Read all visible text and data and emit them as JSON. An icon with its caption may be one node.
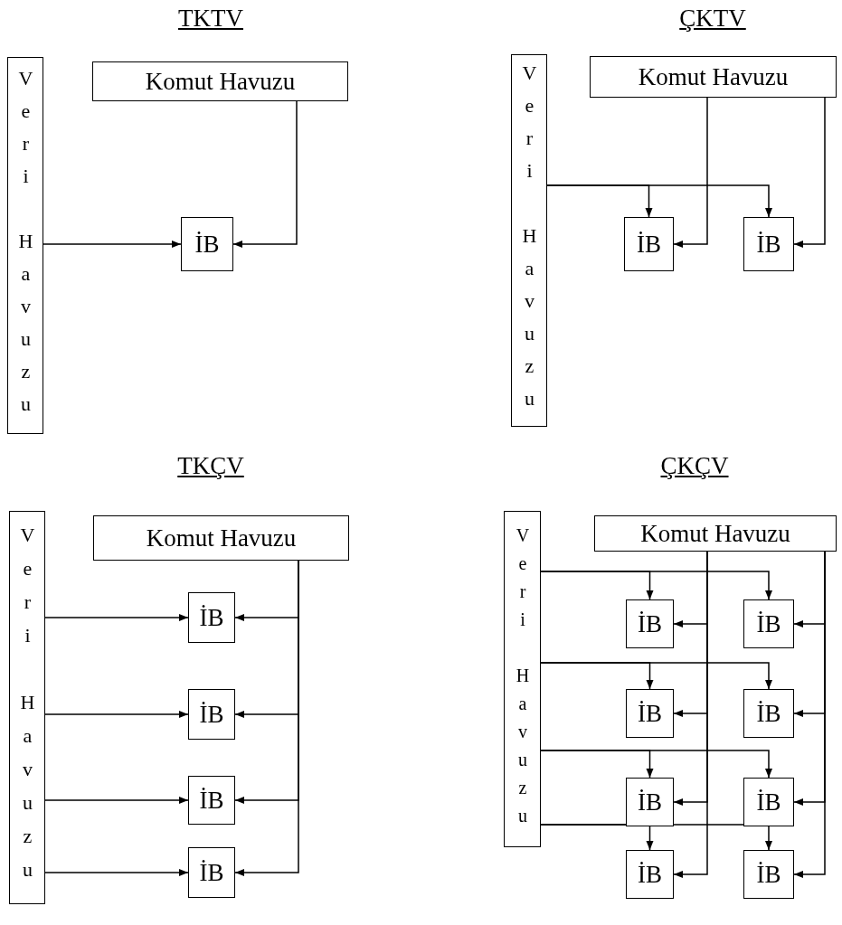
{
  "diagram": {
    "nodes": [
      {
        "text": [
          "Veri Havuzu"
        ]
      },
      {
        "text": [
          "Komut Havuzu"
        ]
      },
      {
        "text": [
          "İB"
        ]
      },
      {
        "text": [
          "Veri Havuzu"
        ]
      },
      {
        "text": [
          "Komut Havuzu"
        ]
      },
      {
        "text": [
          "İB"
        ]
      },
      {
        "text": [
          "İB"
        ]
      },
      {
        "text": [
          "Veri Havuzu"
        ]
      },
      {
        "text": [
          "Komut Havuzu"
        ]
      },
      {
        "text": [
          "İB"
        ]
      },
      {
        "text": [
          "İB"
        ]
      },
      {
        "text": [
          "İB"
        ]
      },
      {
        "text": [
          "İB"
        ]
      },
      {
        "text": [
          "Veri Havuzu"
        ]
      },
      {
        "text": [
          "Komut Havuzu"
        ]
      },
      {
        "text": [
          "İB"
        ]
      },
      {
        "text": [
          "İB"
        ]
      },
      {
        "text": [
          "İB"
        ]
      },
      {
        "text": [
          "İB"
        ]
      },
      {
        "text": [
          "İB"
        ]
      },
      {
        "text": [
          "İB"
        ]
      },
      {
        "text": [
          "İB"
        ]
      },
      {
        "text": [
          "İB"
        ]
      }
    ],
    "edges": [
      {
        "from": 0,
        "to": 2,
        "arrow": "to"
      },
      {
        "from": 1,
        "to": 2,
        "arrow": "to"
      },
      {
        "from": 3,
        "to": 5,
        "arrow": "to"
      },
      {
        "from": 3,
        "to": 6,
        "arrow": "to"
      },
      {
        "from": 4,
        "to": 5,
        "arrow": "to"
      },
      {
        "from": 4,
        "to": 6,
        "arrow": "to"
      },
      {
        "from": 7,
        "to": 9,
        "arrow": "to"
      },
      {
        "from": 7,
        "to": 10,
        "arrow": "to"
      },
      {
        "from": 7,
        "to": 11,
        "arrow": "to"
      },
      {
        "from": 7,
        "to": 12,
        "arrow": "to"
      },
      {
        "from": 8,
        "to": 9,
        "arrow": "to"
      },
      {
        "from": 8,
        "to": 10,
        "arrow": "to"
      },
      {
        "from": 8,
        "to": 11,
        "arrow": "to"
      },
      {
        "from": 8,
        "to": 12,
        "arrow": "to"
      },
      {
        "from": 13,
        "to": 15,
        "arrow": "to"
      },
      {
        "from": 13,
        "to": 16,
        "arrow": "to"
      },
      {
        "from": 13,
        "to": 17,
        "arrow": "to"
      },
      {
        "from": 13,
        "to": 18,
        "arrow": "to"
      },
      {
        "from": 13,
        "to": 19,
        "arrow": "to"
      },
      {
        "from": 13,
        "to": 20,
        "arrow": "to"
      },
      {
        "from": 13,
        "to": 21,
        "arrow": "to"
      },
      {
        "from": 13,
        "to": 22,
        "arrow": "to"
      },
      {
        "from": 14,
        "to": 15,
        "arrow": "to"
      },
      {
        "from": 14,
        "to": 16,
        "arrow": "to"
      },
      {
        "from": 14,
        "to": 17,
        "arrow": "to"
      },
      {
        "from": 14,
        "to": 18,
        "arrow": "to"
      },
      {
        "from": 14,
        "to": 19,
        "arrow": "to"
      },
      {
        "from": 14,
        "to": 20,
        "arrow": "to"
      },
      {
        "from": 14,
        "to": 21,
        "arrow": "to"
      },
      {
        "from": 14,
        "to": 22,
        "arrow": "to"
      }
    ],
    "labels": [
      "TKTV",
      "ÇKTV",
      "TKÇV",
      "ÇKÇV"
    ]
  }
}
